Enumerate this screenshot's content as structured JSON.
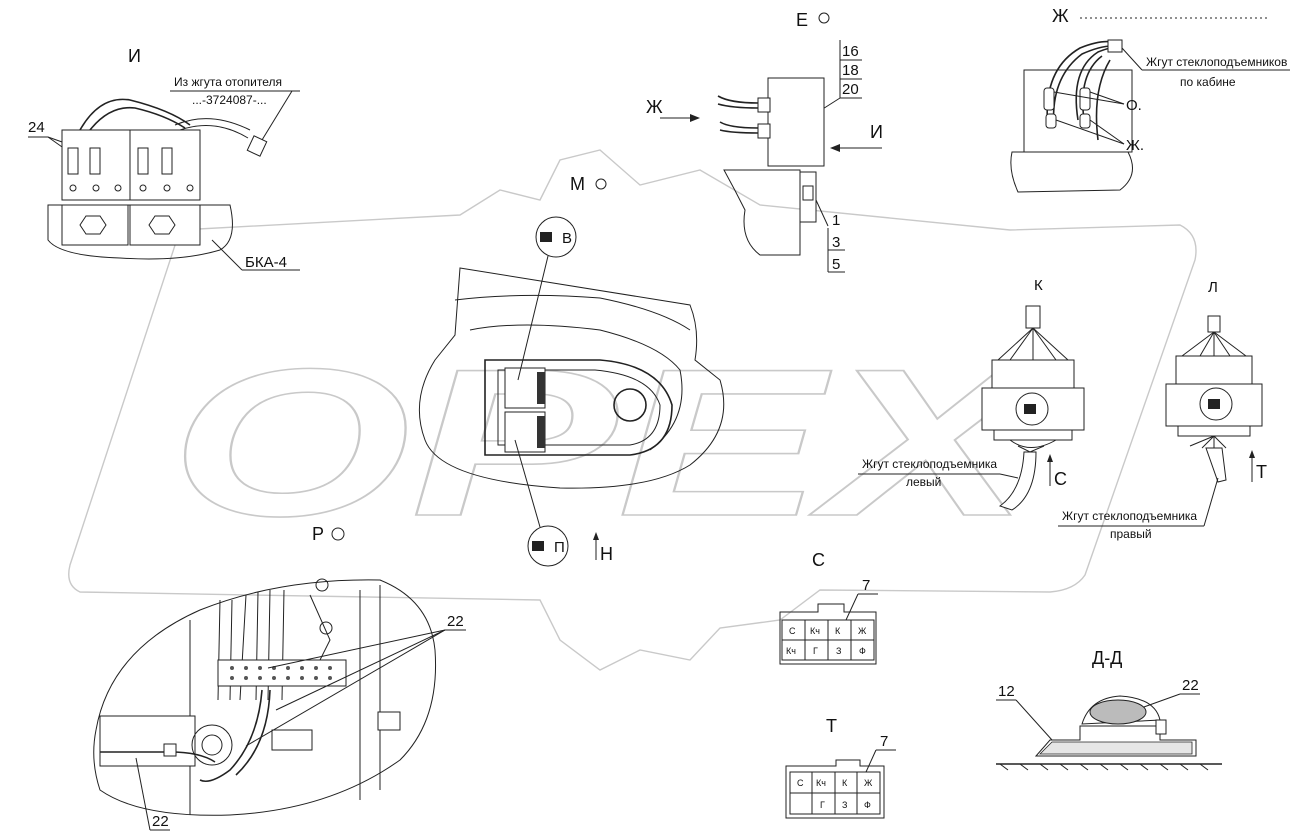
{
  "watermark": {
    "text": "OPEX"
  },
  "views": {
    "I": {
      "label": "И",
      "harness_note_line1": "Из жгута отопителя",
      "harness_note_line2": "...-3724087-...",
      "pos24": "24",
      "bka": "БКА-4"
    },
    "E": {
      "label": "Е"
    },
    "M": {
      "label": "М"
    },
    "R": {
      "label": "Р"
    },
    "relay": {
      "arrow_zh": "Ж",
      "arrow_i": "И",
      "top_num_1": "16",
      "top_num_2": "18",
      "top_num_3": "20",
      "bot_num_1": "1",
      "bot_num_2": "3",
      "bot_num_3": "5"
    },
    "Zh": {
      "label": "Ж",
      "harness_line1": "Жгут стеклоподъемников",
      "harness_line2": "по кабине",
      "mark_o": "О.",
      "mark_zh": "Ж."
    },
    "console": {
      "switch_v": "В",
      "switch_p": "П",
      "arrow_n": "Н"
    },
    "K": {
      "label": "К",
      "harness_line1": "Жгут стеклоподъемника",
      "harness_line2": "левый",
      "arrow_s": "С"
    },
    "L": {
      "label": "Л",
      "harness_line1": "Жгут стеклоподъемника",
      "harness_line2": "правый",
      "arrow_t": "Т"
    },
    "S": {
      "label": "С",
      "pos": "7",
      "pins_top": [
        "С",
        "Кч",
        "К",
        "Ж"
      ],
      "pins_bottom": [
        "Кч",
        "Г",
        "З",
        "Ф"
      ]
    },
    "T": {
      "label": "Т",
      "pos": "7",
      "pins_top": [
        "С",
        "Кч",
        "К",
        "Ж"
      ],
      "pins_bottom": [
        "",
        "Г",
        "З",
        "Ф"
      ]
    },
    "DD": {
      "label": "Д-Д",
      "pos12": "12",
      "pos22": "22"
    },
    "bottom": {
      "pos22_top": "22",
      "pos22_bottom": "22"
    }
  }
}
